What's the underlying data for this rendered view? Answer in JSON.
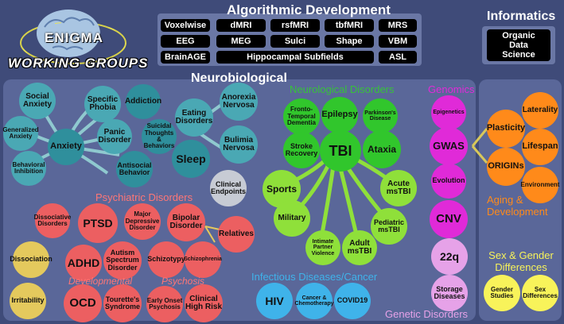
{
  "logo": {
    "line1": "ENIGMA",
    "line2": "WORKING GROUPS"
  },
  "algorithmic": {
    "title": "Algorithmic Development",
    "items": [
      "Voxelwise",
      "dMRI",
      "rsfMRI",
      "tbfMRI",
      "MRS",
      "EEG",
      "MEG",
      "Sulci",
      "Shape",
      "VBM",
      "BrainAGE",
      "Hippocampal Subfields",
      "ASL"
    ]
  },
  "informatics": {
    "title": "Informatics",
    "item": "Organic Data Science"
  },
  "neurobiological": {
    "title": "Neurobiological"
  },
  "psych": {
    "anxiety_nodes": {
      "social_anxiety": "Social Anxiety",
      "specific_phobia": "Specific Phobia",
      "addiction": "Addiction",
      "generalized_anxiety": "Generalized Anxiety",
      "anxiety": "Anxiety",
      "panic_disorder": "Panic Disorder",
      "suicidal": "Suicidal Thoughts & Behaviors",
      "behavioral_inhibition": "Behavioral Inhibition",
      "antisocial": "Antisocial Behavior"
    },
    "eating": "Eating Disorders",
    "anorexia": "Anorexia Nervosa",
    "bulimia": "Bulimia Nervosa",
    "sleep": "Sleep",
    "clinical_endpoints": "Clinical Endpoints",
    "psychiatric_label": "Psychiatric Disorders",
    "dissociative": "Dissociative Disorders",
    "ptsd": "PTSD",
    "mdd": "Major Depressive Disorder",
    "bipolar": "Bipolar Disorder",
    "relatives": "Relatives",
    "dissociation": "Dissociation",
    "adhd": "ADHD",
    "asd": "Autism Spectrum Disorder",
    "schizotypy": "Schizotypy",
    "schizophrenia": "Schizophrenia",
    "developmental_label": "Developmental",
    "psychosis_label": "Psychosis",
    "irritability": "Irritability",
    "ocd": "OCD",
    "tourette": "Tourette's Syndrome",
    "early_onset": "Early Onset Psychosis",
    "chr": "Clinical High Risk"
  },
  "neuro": {
    "title": "Neurological Disorders",
    "ftd": "Fronto-Temporal Dementia",
    "epilepsy": "Epilepsy",
    "parkinsons": "Parkinson's Disease",
    "stroke": "Stroke Recovery",
    "tbi": "TBI",
    "ataxia": "Ataxia",
    "sports": "Sports",
    "acute": "Acute msTBI",
    "military": "Military",
    "pediatric": "Pediatric msTBI",
    "ipv": "Intimate Partner Violence",
    "adult": "Adult msTBI"
  },
  "infectious": {
    "title": "Infectious Diseases/Cancer",
    "hiv": "HIV",
    "cancer": "Cancer & Chemotherapy",
    "covid": "COVID19"
  },
  "genomics": {
    "title": "Genomics",
    "epigenetics": "Epigenetics",
    "gwas": "GWAS",
    "evolution": "Evolution",
    "cnv": "CNV",
    "q22": "22q",
    "storage": "Storage Diseases",
    "genetic_label": "Genetic Disorders"
  },
  "aging": {
    "laterality": "Laterality",
    "plasticity": "Plasticity",
    "lifespan": "Lifespan",
    "origins": "ORIGINs",
    "environment": "Environment",
    "label": "Aging & Development"
  },
  "sex": {
    "label": "Sex & Gender Differences",
    "gender_studies": "Gender Studies",
    "sex_differences": "Sex Differences"
  },
  "colors": {
    "background": "#3f4b79",
    "panel": "#5a6799",
    "teal": "#4aa8b4",
    "teal_dark": "#2f8f9c",
    "teal_light": "#8fc9cf",
    "red": "#ec5f61",
    "yellow": "#e4c95d",
    "green": "#31c62c",
    "lime": "#8fe03a",
    "blue": "#3fb3ea",
    "magenta": "#e02ad8",
    "pink": "#e6a2e8",
    "orange": "#ff8a1a",
    "lightyellow": "#f8f35a"
  }
}
